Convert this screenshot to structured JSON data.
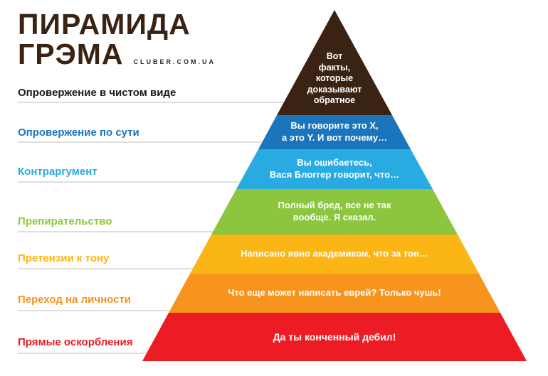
{
  "title": {
    "line1": "ПИРАМИДА",
    "line2": "ГРЭМА",
    "site": "CLUBER.COM.UA"
  },
  "palette": {
    "title": "#3b2313",
    "divider_line": "#dedede",
    "background": "#ffffff"
  },
  "levels": [
    {
      "label": "Опровержение в чистом виде",
      "text": "Вот\nфакты,\nкоторые\nдоказывают\nобратное",
      "color": "#3b2313",
      "label_color": "#1a1a1a"
    },
    {
      "label": "Опровержение по сути",
      "text": "Вы говорите это X,\nа это Y. И вот почему…",
      "color": "#1b75bc",
      "label_color": "#1b75bc"
    },
    {
      "label": "Контраргумент",
      "text": "Вы ошибаетесь,\nВася Блоггер говорит, что…",
      "color": "#29abe2",
      "label_color": "#29abe2"
    },
    {
      "label": "Препирательство",
      "text": "Полный бред, все не так\nвообще. Я сказал.",
      "color": "#8cc63f",
      "label_color": "#8cc63f"
    },
    {
      "label": "Претензии к тону",
      "text": "Написано явно академиком, что за тон…",
      "color": "#fbb515",
      "label_color": "#fbb515"
    },
    {
      "label": "Переход на личности",
      "text": "Что еще может написать еврей? Только чушь!",
      "color": "#f7941e",
      "label_color": "#f7941e"
    },
    {
      "label": "Прямые оскорбления",
      "text": "Да ты конченный дебил!",
      "color": "#ed1c24",
      "label_color": "#ed1c24"
    }
  ]
}
